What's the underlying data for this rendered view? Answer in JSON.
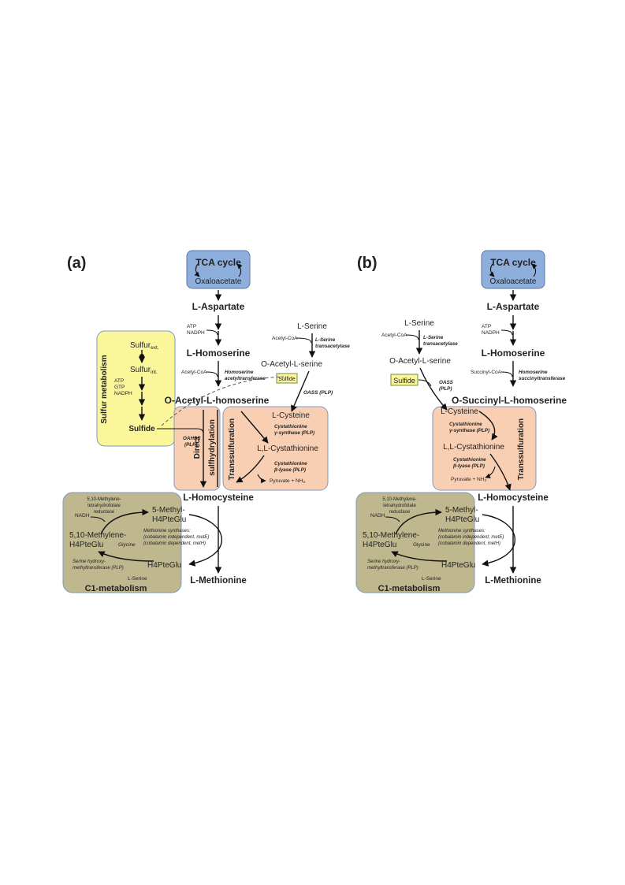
{
  "panel_a": {
    "label": "(a)",
    "tca_title": "TCA cycle",
    "oxaloacetate": "Oxaloacetate",
    "aspartate": "L-Aspartate",
    "atp": "ATP",
    "nadph": "NADPH",
    "homoserine": "L-Homoserine",
    "acetyl_coa": "Acetyl-CoA",
    "enzyme_hom_1": "Homoserine",
    "enzyme_hom_2": "acetyltransferase",
    "oacetyl_hom": "O-Acetyl-L-homoserine",
    "serine": "L-Serine",
    "serine_acetylcoa": "Acetyl-CoA",
    "enzyme_ser_1": "L-Serine",
    "enzyme_ser_2": "transacetylase",
    "oacetyl_ser": "O-Acetyl-L-serine",
    "sulfide_small": "Sulfide",
    "oass": "OASS (PLP)",
    "sulfur_ext": "Sulfur",
    "sulfur_ext_sub": "ext.",
    "sulfur_int": "Sulfur",
    "sulfur_int_sub": "int.",
    "sm_atp": "ATP",
    "sm_gtp": "GTP",
    "sm_nadph": "NADPH",
    "sulfur_metabolism": "Sulfur metabolism",
    "sulfide": "Sulfide",
    "oahss_1": "OAHSS",
    "oahss_2": "(PLP)",
    "direct": "Direct",
    "sulfhydrylation": "sulfhydrylation",
    "transsulfuration": "Transsulfuration",
    "cysteine": "L-Cysteine",
    "cgs_1": "Cystathionine",
    "cgs_2": "γ-synthase (PLP)",
    "cystathionine": "L,L-Cystathionine",
    "cbl_1": "Cystathionine",
    "cbl_2": "β-lyase (PLP)",
    "pyruvate": "Pyruvate + NH",
    "homocysteine": "L-Homocysteine",
    "methionine": "L-Methionine",
    "methyl_thf_1": "5-Methyl-",
    "methyl_thf_2": "H4PteGlu",
    "mthfr_1": "5,10-Methylene-",
    "mthfr_2": "tetrahydrofolate",
    "mthfr_3": "reductase",
    "nadh": "NADH",
    "methylene_1": "5,10-Methylene-",
    "methylene_2": "H4PteGlu",
    "glycine": "Glycine",
    "ms_1": "Methionine synthases:",
    "ms_2": "(cobalamin independent, metE)",
    "ms_3": "(cobalamin dependent, metH)",
    "shmt_1": "Serine hydroxy-",
    "shmt_2": "methyltransferase (PLP)",
    "h4": "H4PteGlu",
    "lserine_c1": "L-Serine",
    "c1": "C1-metabolism"
  },
  "panel_b": {
    "label": "(b)",
    "tca_title": "TCA cycle",
    "oxaloacetate": "Oxaloacetate",
    "aspartate": "L-Aspartate",
    "atp": "ATP",
    "nadph": "NADPH",
    "homoserine": "L-Homoserine",
    "succinyl_coa": "Succinyl-CoA",
    "enzyme_hom_1": "Homoserine",
    "enzyme_hom_2": "succinyltransferase",
    "osuccinyl_hom": "O-Succinyl-L-homoserine",
    "serine": "L-Serine",
    "serine_acetylcoa": "Acetyl-CoA",
    "enzyme_ser_1": "L-Serine",
    "enzyme_ser_2": "transacetylase",
    "oacetyl_ser": "O-Acetyl-L-serine",
    "sulfide": "Sulfide",
    "oass_1": "OASS",
    "oass_2": "(PLP)",
    "cysteine": "L-Cysteine",
    "cgs_1": "Cystathionine",
    "cgs_2": "γ-synthase (PLP)",
    "cystathionine": "L,L-Cystathionine",
    "cbl_1": "Cystathionine",
    "cbl_2": "β-lyase (PLP)",
    "pyruvate": "Pyruvate + NH",
    "transsulfuration": "Transsulfuration",
    "homocysteine": "L-Homocysteine",
    "methionine": "L-Methionine",
    "methyl_thf_1": "5-Methyl-",
    "methyl_thf_2": "H4PteGlu",
    "mthfr_1": "5,10-Methylene-",
    "mthfr_2": "tetrahydrofolate",
    "mthfr_3": "reductase",
    "nadh": "NADH",
    "methylene_1": "5,10-Methylene-",
    "methylene_2": "H4PteGlu",
    "glycine": "Glycine",
    "ms_1": "Methionine synthases:",
    "ms_2": "(cobalamin independent, metE)",
    "ms_3": "(cobalamin dependent, metH)",
    "shmt_1": "Serine hydroxy-",
    "shmt_2": "methyltransferase (PLP)",
    "h4": "H4PteGlu",
    "lserine_c1": "L-Serine",
    "c1": "C1-metabolism"
  },
  "colors": {
    "tca": "#8eaedb",
    "sulfur_box": "#fbf69a",
    "transsulfuration_box": "#f9cfb3",
    "c1_box": "#bfb78e",
    "box_border": "#7f98c4"
  }
}
